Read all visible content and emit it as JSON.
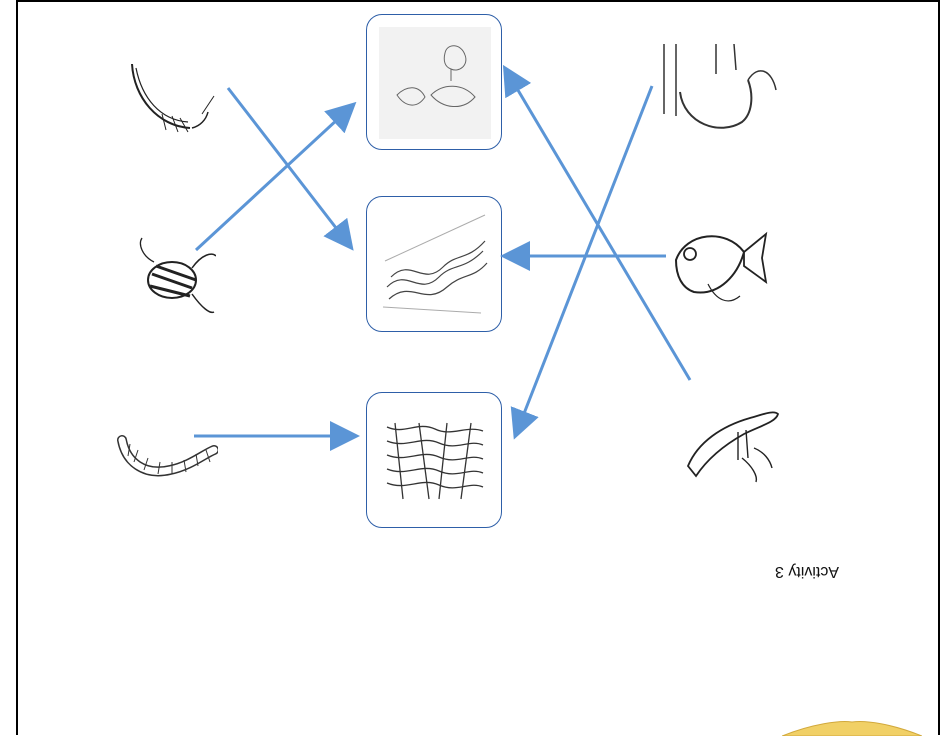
{
  "page": {
    "caption": "Activity 3"
  },
  "items": {
    "left_animals": [
      "shrimp-icon",
      "bee-icon",
      "worm-icon"
    ],
    "middle_habitats": [
      "leaves-card",
      "water-card",
      "soil-card"
    ],
    "right_animals": [
      "sloth-icon",
      "fish-icon",
      "bird-icon"
    ]
  },
  "colors": {
    "arrow": "#5b95d6",
    "card_border": "#2e5fa8"
  }
}
